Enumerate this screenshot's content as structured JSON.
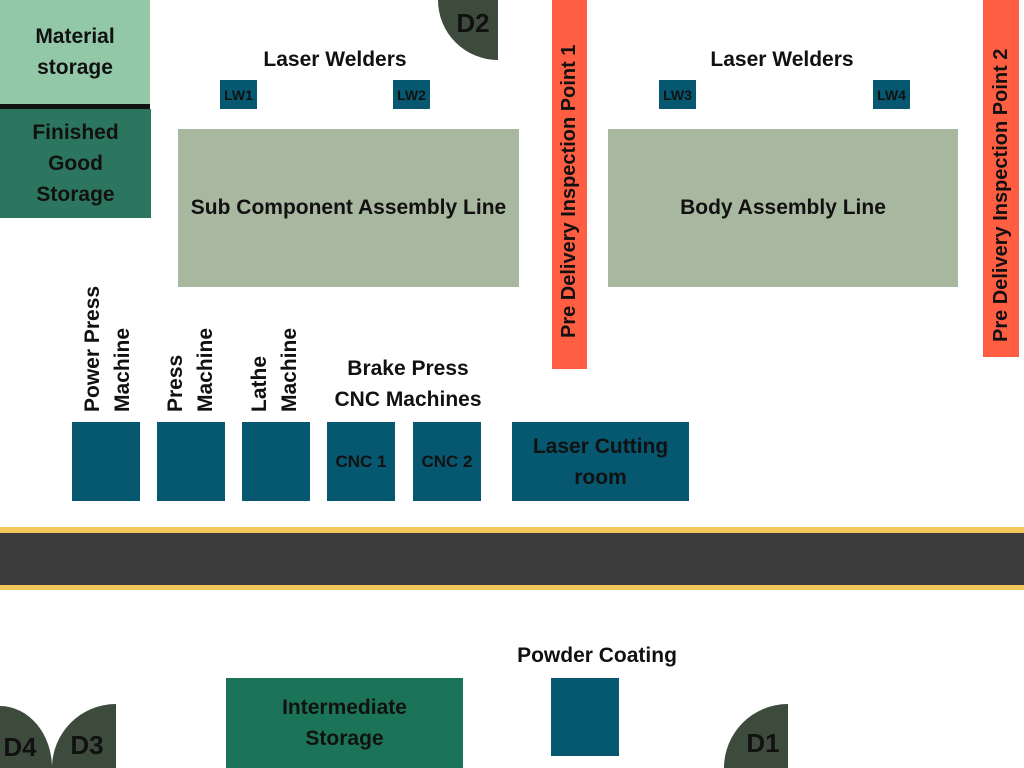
{
  "zones": {
    "material_storage": "Material\nstorage",
    "finished_good_storage": "Finished\nGood\nStorage",
    "sub_component_line": "Sub Component Assembly Line",
    "body_assembly_line": "Body Assembly Line",
    "laser_cutting_room": "Laser Cutting\nroom",
    "intermediate_storage": "Intermediate\nStorage",
    "powder_coating": "Powder Coating"
  },
  "welders": {
    "group_label_left": "Laser Welders",
    "group_label_right": "Laser Welders",
    "units": [
      "LW1",
      "LW2",
      "LW3",
      "LW4"
    ]
  },
  "inspection": {
    "point_1": "Pre Delivery Inspection Point 1",
    "point_2": "Pre Delivery Inspection Point 2"
  },
  "machines": {
    "power_press": [
      "Power Press",
      "Machine"
    ],
    "press": [
      "Press",
      "Machine"
    ],
    "lathe": [
      "Lathe",
      "Machine"
    ],
    "brake_press_label": "Brake Press\nCNC Machines",
    "cnc1": "CNC 1",
    "cnc2": "CNC 2"
  },
  "doors": {
    "d1": "D1",
    "d2": "D2",
    "d3": "D3",
    "d4": "D4"
  },
  "colors": {
    "machine_teal": "#05586f",
    "assembly_line": "#a8b79f",
    "material_storage": "#92c7a8",
    "finished_storage": "#2c7660",
    "intermediate_storage": "#1c7458",
    "inspection": "#ff5e42",
    "road": "#3b3b3b",
    "road_edge": "#f5c65c",
    "door": "#3c4b3c"
  }
}
